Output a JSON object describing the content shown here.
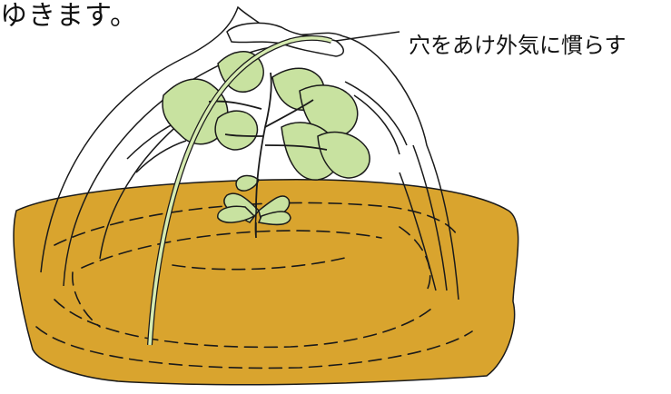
{
  "text": {
    "top_fragment": "ゆきます。",
    "callout_label": "穴をあけ外気に慣らす"
  },
  "colors": {
    "soil": "#D9A42E",
    "leaf": "#C8E2A0",
    "leaf_stem": "#BFDC96",
    "hoop": "#D6EBB0",
    "line": "#1A1A1A",
    "background": "#FFFFFF"
  },
  "illustration": {
    "subject": "plant-under-tunnel-cover",
    "elements": [
      "soil-mound",
      "vinyl-tunnel-cover",
      "hoop-support",
      "seedling",
      "vent-opening"
    ]
  }
}
